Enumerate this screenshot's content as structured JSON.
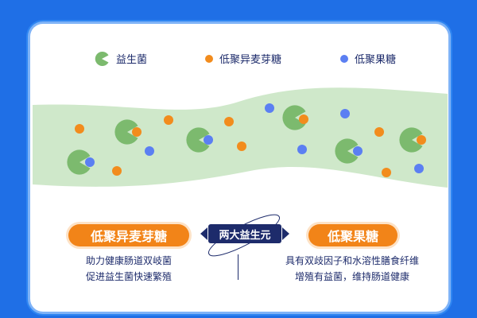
{
  "legend": {
    "probiotic": "益生菌",
    "imo": "低聚异麦芽糖",
    "fos": "低聚果糖"
  },
  "colors": {
    "background_blue": "#1f6fe6",
    "probiotic_green": "#7cba6e",
    "orange": "#f28c1d",
    "blue": "#5b7ff2",
    "navy": "#1d2b6b",
    "band_green": "#cfe8ca"
  },
  "left_pill": {
    "label": "低聚异麦芽糖"
  },
  "center_badge": {
    "label": "两大益生元"
  },
  "right_pill": {
    "label": "低聚果糖"
  },
  "left_desc": {
    "line1": "助力健康肠道双岐菌",
    "line2": "促进益生菌快速繁殖"
  },
  "right_desc": {
    "line1": "具有双歧因子和水溶性膳食纤维",
    "line2": "增殖有益菌，维持肠道健康"
  }
}
